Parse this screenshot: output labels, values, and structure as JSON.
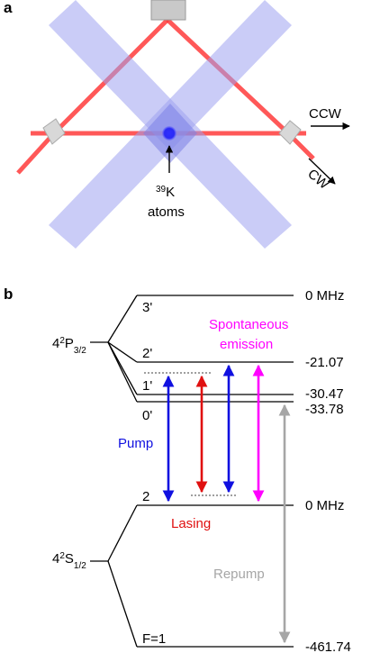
{
  "panel_a": {
    "letter": "a",
    "beams": {
      "ccw": "CCW",
      "cw": "CW"
    },
    "atoms": {
      "isotope_mass": "39",
      "element": "K",
      "word": "atoms"
    },
    "colors": {
      "laser": "#ff3b3b",
      "mot_beam": "#9ea3f0",
      "atom_cloud": "#2020ff",
      "mirror": "#c9c9c9"
    }
  },
  "panel_b": {
    "letter": "b",
    "excited_state": {
      "prefix": "4",
      "sup": "2",
      "letter": "P",
      "sub": "3/2"
    },
    "ground_state": {
      "prefix": "4",
      "sup": "2",
      "letter": "S",
      "sub": "1/2"
    },
    "excited_levels": [
      {
        "label": "3'",
        "freq": "0 MHz"
      },
      {
        "label": "2'",
        "freq": "-21.07"
      },
      {
        "label": "1'",
        "freq": "-30.47"
      },
      {
        "label": "0'",
        "freq": "-33.78"
      }
    ],
    "ground_levels": [
      {
        "label": "2",
        "freq": "0 MHz"
      },
      {
        "label": "F=1",
        "freq": "-461.74"
      }
    ],
    "transitions": {
      "pump": {
        "label": "Pump",
        "color": "#1010e0"
      },
      "lasing": {
        "label": "Lasing",
        "color": "#e01010"
      },
      "spontaneous": {
        "label_line1": "Spontaneous",
        "label_line2": "emission",
        "color": "#ff00ff"
      },
      "repump": {
        "label": "Repump",
        "color": "#a6a6a6"
      }
    }
  }
}
